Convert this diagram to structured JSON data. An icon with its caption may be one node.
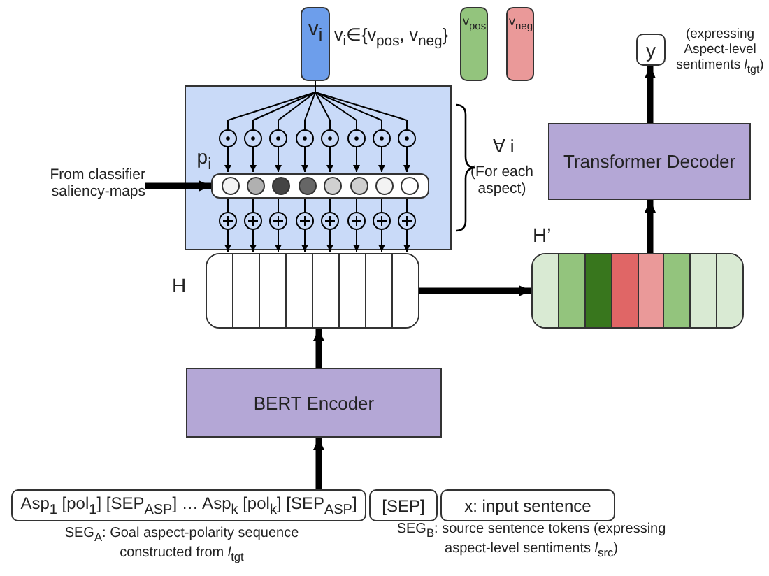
{
  "diagram": {
    "nodes": [
      {
        "text": [
          "v$_{i}$"
        ]
      },
      {
        "text": [
          "v$_{pos}$"
        ]
      },
      {
        "text": [
          "v$_{neg}$"
        ]
      },
      {
        "text": [],
        "shape": "box"
      },
      {
        "text": [],
        "shape": "bar",
        "in": 3,
        "beside": [
          "p$_{i}$"
        ]
      },
      {
        "text": [
          "From classifier saliency-maps"
        ]
      },
      {
        "text": [
          "y"
        ],
        "beside": [
          "(expressing Aspect-level sentiments *l*$_{tgt}$)"
        ]
      },
      {
        "text": [
          "Transformer Decoder"
        ]
      },
      {
        "text": [],
        "shape": "bar",
        "beside": [
          "H"
        ]
      },
      {
        "text": [],
        "shape": "bar",
        "beside": [
          "H’"
        ]
      },
      {
        "text": [
          "BERT Encoder"
        ]
      },
      {
        "text": [
          "Asp$_{1}$ [pol$_{1}$] [SEP$_{ASP}$] … Asp$_{k}$ [pol$_{k}$] [SEP$_{ASP}$]"
        ],
        "beside": [
          "SEG$_{A}$: Goal aspect-polarity sequence constructed from *l*$_{tgt}$"
        ]
      },
      {
        "text": [
          "[SEP]"
        ]
      },
      {
        "text": [
          "x: input sentence"
        ],
        "beside": [
          "SEG$_{B}$: source sentence tokens (expressing aspect-level sentiments *l*$_{src}$)"
        ]
      }
    ],
    "edges": [
      {
        "from": 0,
        "to": 4,
        "arrow": "to"
      },
      {
        "from": 5,
        "to": 4,
        "arrow": "to"
      },
      {
        "from": 4,
        "to": 8,
        "arrow": "to"
      },
      {
        "from": 10,
        "to": 8,
        "arrow": "to"
      },
      {
        "from": 8,
        "to": 9,
        "arrow": "to"
      },
      {
        "from": 9,
        "to": 7,
        "arrow": "to"
      },
      {
        "from": 7,
        "to": 6,
        "arrow": "to"
      },
      {
        "from": 11,
        "to": 10,
        "arrow": "to"
      }
    ],
    "labels": [
      "v$_{i}$∈{v$_{pos}$, v$_{neg}$}",
      "∀ i",
      "(For each aspect)"
    ]
  }
}
